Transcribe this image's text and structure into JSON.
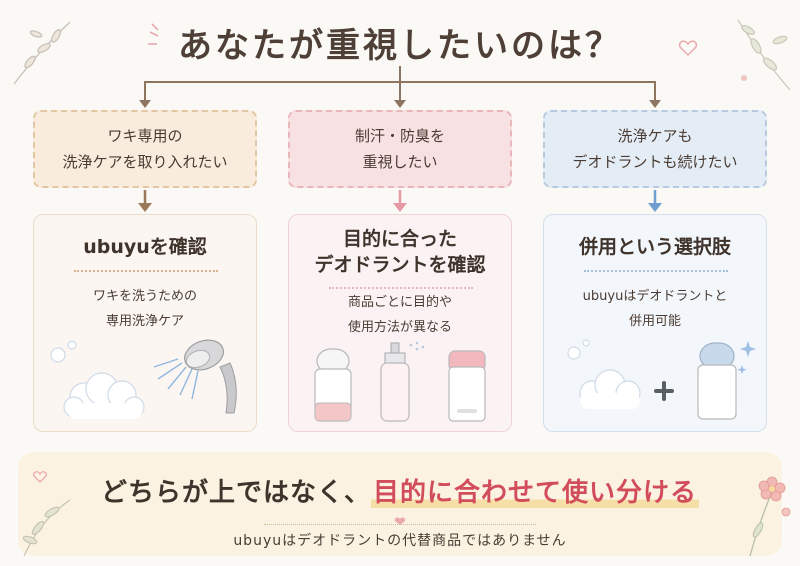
{
  "title": "あなたが重視したいのは？",
  "branches": [
    {
      "question_lines": [
        "ワキ専用の",
        "洗浄ケアを取り入れたい"
      ],
      "result_title_lines": [
        "ubuyuを確認"
      ],
      "result_desc_lines": [
        "ワキを洗うための",
        "専用洗浄ケア"
      ],
      "illustration": [
        "foam-icon",
        "shower-head-icon"
      ]
    },
    {
      "question_lines": [
        "制汗・防臭を",
        "重視したい"
      ],
      "result_title_lines": [
        "目的に合った",
        "デオドラントを確認"
      ],
      "result_desc_lines": [
        "商品ごとに目的や",
        "使用方法が異なる"
      ],
      "illustration": [
        "roll-on-bottle-icon",
        "spray-bottle-icon",
        "stick-deodorant-icon"
      ]
    },
    {
      "question_lines": [
        "洗浄ケアも",
        "デオドラントも続けたい"
      ],
      "result_title_lines": [
        "併用という選択肢"
      ],
      "result_desc_lines": [
        "ubuyuはデオドラントと",
        "併用可能"
      ],
      "illustration": [
        "foam-icon",
        "plus-icon",
        "roll-on-bottle-icon",
        "sparkle-icon"
      ]
    }
  ],
  "conclusion": {
    "prefix": "どちらが上ではなく、",
    "highlight": "目的に合わせて使い分ける"
  },
  "note": "ubuyuはデオドラントの代替商品ではありません",
  "colors": {
    "branch1": "#9b7a5c",
    "branch2": "#e59aa3",
    "branch3": "#6f9ed0",
    "highlight": "#d24d5c"
  }
}
